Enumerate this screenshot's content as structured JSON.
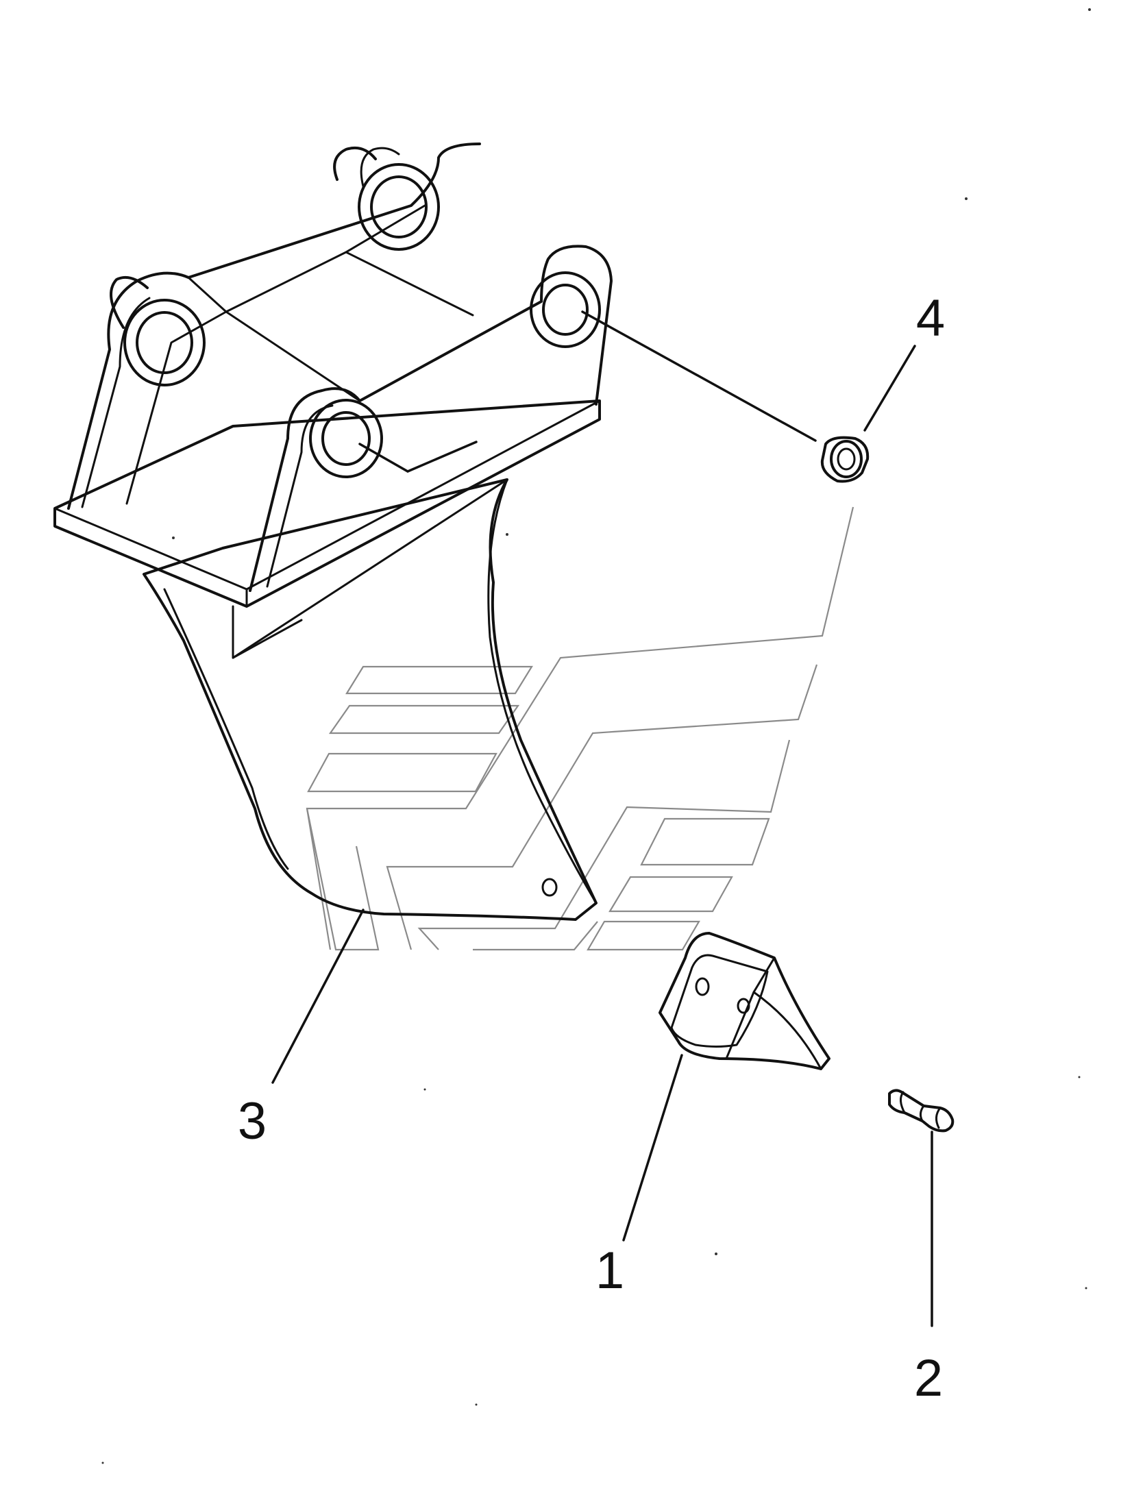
{
  "diagram": {
    "callouts": [
      {
        "number": "1",
        "part": "tooth"
      },
      {
        "number": "2",
        "part": "pin"
      },
      {
        "number": "3",
        "part": "ripper-bucket"
      },
      {
        "number": "4",
        "part": "bushing"
      }
    ]
  },
  "colors": {
    "line": "#111111",
    "watermark": "#8a8a8a",
    "background": "#ffffff"
  }
}
